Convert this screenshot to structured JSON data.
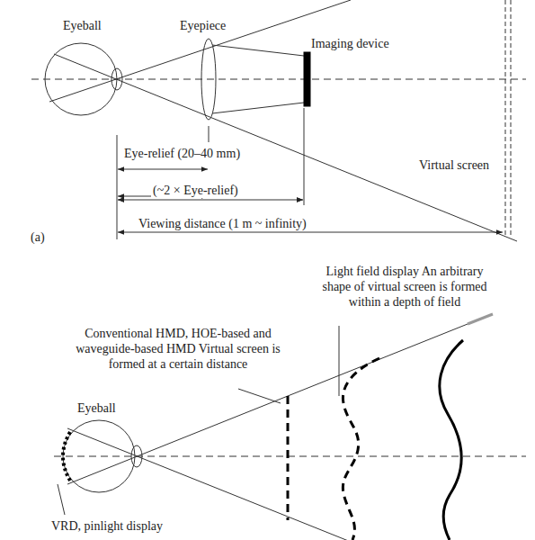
{
  "diagram": {
    "labels": [
      "Eyeball",
      "Eyepiece",
      "Imaging device",
      "Eye-relief (20–40 mm)",
      "(~2 × Eye-relief)",
      "Viewing distance (1 m ~ infinity)",
      "Virtual screen",
      "(a)",
      "Light field display An arbitrary shape of virtual screen is formed within a depth of field",
      "Conventional HMD, HOE-based and waveguide-based HMD Virtual screen is formed at a certain distance",
      "Eyeball",
      "VRD, pinlight display"
    ]
  }
}
